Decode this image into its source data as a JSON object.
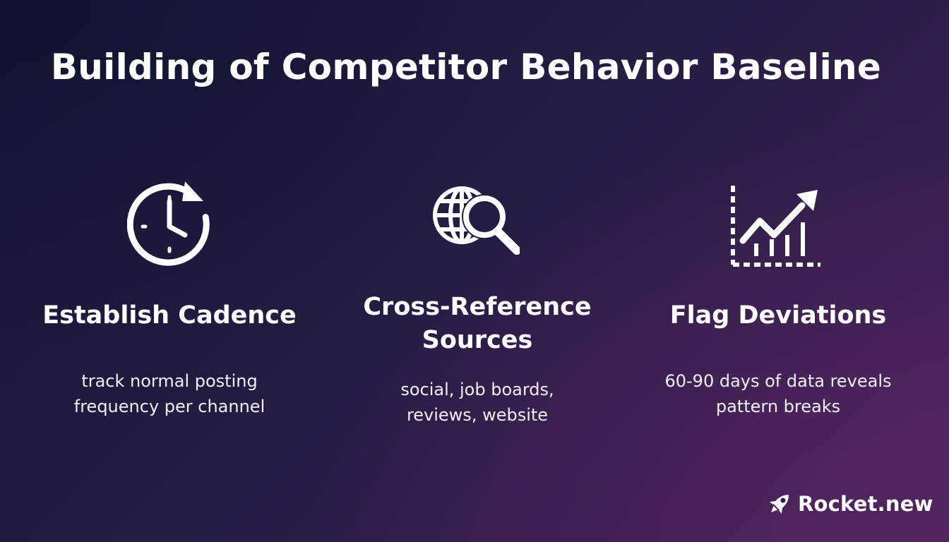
{
  "title": "Building of Competitor Behavior Baseline",
  "columns": [
    {
      "icon": "clock-refresh-icon",
      "heading": "Establish Cadence",
      "description": [
        "track normal posting",
        "frequency per channel"
      ]
    },
    {
      "icon": "globe-search-icon",
      "heading": [
        "Cross-Reference",
        "Sources"
      ],
      "description": [
        "social, job boards,",
        "reviews, website"
      ]
    },
    {
      "icon": "trend-chart-icon",
      "heading": "Flag Deviations",
      "description": [
        "60-90 days of data reveals",
        "pattern breaks"
      ]
    }
  ],
  "brand": {
    "icon": "rocket-icon",
    "name": "Rocket.new"
  },
  "colors": {
    "text": "#ffffff",
    "background_start": "#15163a",
    "background_end": "#48265c"
  }
}
